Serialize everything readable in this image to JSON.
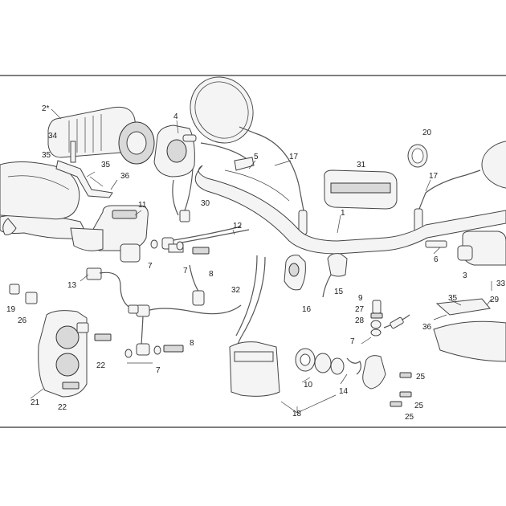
{
  "colors": {
    "line": "#444444",
    "fill": "#f4f4f4",
    "shade": "#d9d9d9",
    "frame": "#333333"
  },
  "callouts": {
    "c1": "1",
    "c2": "2*",
    "c3": "3",
    "c4": "4",
    "c5": "5",
    "c6": "6",
    "c7a": "7",
    "c7b": "7",
    "c7c": "7",
    "c7d": "7",
    "c8a": "8",
    "c8b": "8",
    "c9": "9",
    "c10": "10",
    "c11": "11",
    "c12": "12",
    "c13": "13",
    "c14": "14",
    "c15": "15",
    "c16": "16",
    "c17a": "17",
    "c17b": "17",
    "c18": "18",
    "c19": "19",
    "c20": "20",
    "c21": "21",
    "c22a": "22",
    "c22b": "22",
    "c25a": "25",
    "c25b": "25",
    "c25c": "25",
    "c26": "26",
    "c27": "27",
    "c28": "28",
    "c29": "29",
    "c30": "30",
    "c31": "31",
    "c32": "32",
    "c33": "33",
    "c34": "34",
    "c35a": "35",
    "c35b": "35",
    "c35c": "35",
    "c36a": "36",
    "c36b": "36"
  }
}
